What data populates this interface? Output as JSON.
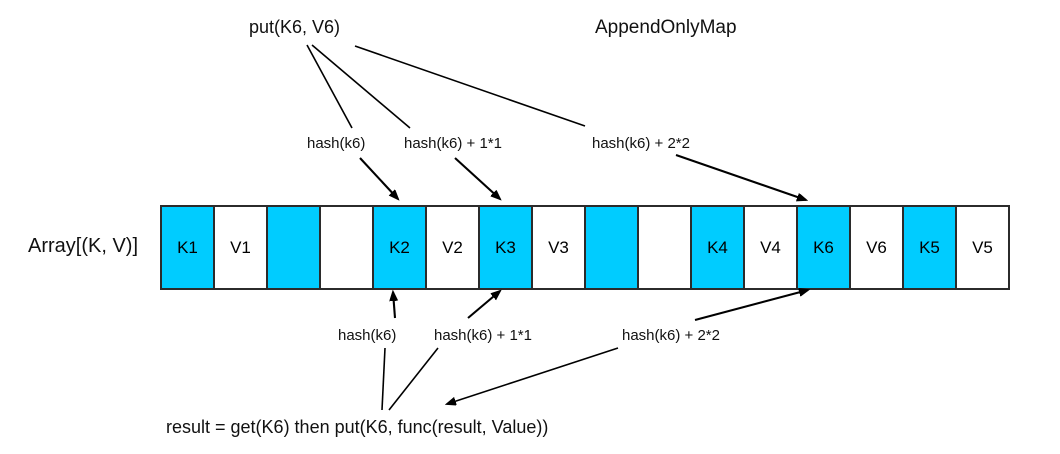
{
  "title": "AppendOnlyMap",
  "operations": {
    "put_label": "put(K6, V6)",
    "get_then_put_label": "result = get(K6) then put(K6, func(result, Value))"
  },
  "array": {
    "name": "Array[(K, V)]",
    "key_color": "#00ccff",
    "value_color": "#ffffff",
    "border_color": "#2b2b2b",
    "cell_count": 16,
    "cells": [
      {
        "text": "K1",
        "kind": "key"
      },
      {
        "text": "V1",
        "kind": "value"
      },
      {
        "text": "",
        "kind": "key"
      },
      {
        "text": "",
        "kind": "value"
      },
      {
        "text": "K2",
        "kind": "key"
      },
      {
        "text": "V2",
        "kind": "value"
      },
      {
        "text": "K3",
        "kind": "key"
      },
      {
        "text": "V3",
        "kind": "value"
      },
      {
        "text": "",
        "kind": "key"
      },
      {
        "text": "",
        "kind": "value"
      },
      {
        "text": "K4",
        "kind": "key"
      },
      {
        "text": "V4",
        "kind": "value"
      },
      {
        "text": "K6",
        "kind": "key"
      },
      {
        "text": "V6",
        "kind": "value"
      },
      {
        "text": "K5",
        "kind": "key"
      },
      {
        "text": "V5",
        "kind": "value"
      }
    ]
  },
  "probes_top": [
    {
      "label": "hash(k6)"
    },
    {
      "label": "hash(k6) + 1*1"
    },
    {
      "label": "hash(k6) + 2*2"
    }
  ],
  "probes_bottom": [
    {
      "label": "hash(k6)"
    },
    {
      "label": "hash(k6) + 1*1"
    },
    {
      "label": "hash(k6) + 2*2"
    }
  ]
}
